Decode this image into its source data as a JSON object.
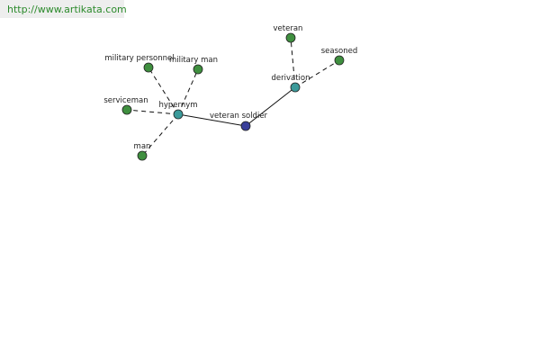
{
  "source_url": "http://www.artikata.com",
  "colors": {
    "center": "#3a3f9a",
    "relation": "#3b9a9a",
    "term": "#3f8f3f",
    "url_text": "#2b8a2b"
  },
  "nodes": [
    {
      "id": "veteran-soldier",
      "label": "veteran soldier",
      "kind": "center"
    },
    {
      "id": "hypernym",
      "label": "hypernym",
      "kind": "relation"
    },
    {
      "id": "derivation",
      "label": "derivation",
      "kind": "relation"
    },
    {
      "id": "military-personnel",
      "label": "military personnel",
      "kind": "term"
    },
    {
      "id": "military-man",
      "label": "military man",
      "kind": "term"
    },
    {
      "id": "serviceman",
      "label": "serviceman",
      "kind": "term"
    },
    {
      "id": "man",
      "label": "man",
      "kind": "term"
    },
    {
      "id": "veteran",
      "label": "veteran",
      "kind": "term"
    },
    {
      "id": "seasoned",
      "label": "seasoned",
      "kind": "term"
    }
  ],
  "edges": [
    {
      "from": "veteran-soldier",
      "to": "hypernym",
      "style": "solid"
    },
    {
      "from": "veteran-soldier",
      "to": "derivation",
      "style": "solid"
    },
    {
      "from": "hypernym",
      "to": "military-personnel",
      "style": "dashed"
    },
    {
      "from": "hypernym",
      "to": "military-man",
      "style": "dashed"
    },
    {
      "from": "hypernym",
      "to": "serviceman",
      "style": "dashed"
    },
    {
      "from": "hypernym",
      "to": "man",
      "style": "dashed"
    },
    {
      "from": "derivation",
      "to": "veteran",
      "style": "dashed"
    },
    {
      "from": "derivation",
      "to": "seasoned",
      "style": "dashed"
    }
  ]
}
